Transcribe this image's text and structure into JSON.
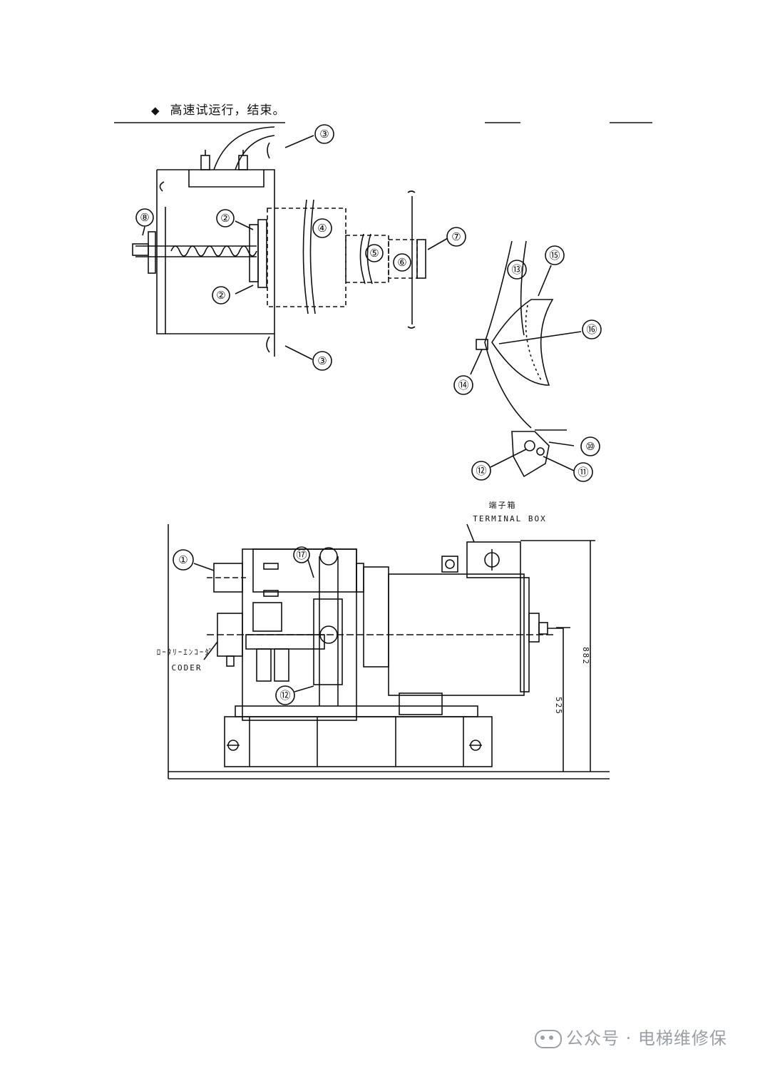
{
  "header": {
    "bullet_symbol": "◆",
    "text": "高速试运行，结束。"
  },
  "figure_top": {
    "callouts": [
      "③",
      "②",
      "④",
      "⑦",
      "⑧",
      "⑤",
      "⑥",
      "②",
      "③"
    ]
  },
  "figure_right": {
    "callouts": [
      "⑮",
      "⑬",
      "⑯",
      "⑭",
      "⑩",
      "⑫",
      "⑪"
    ]
  },
  "figure_bottom": {
    "terminal_label_jp": "端子箱",
    "terminal_label": "TERMINAL BOX",
    "encoder_label_jp": "ﾛｰﾀﾘｰｴﾝｺｰﾀﾞ",
    "encoder_label": "CODER",
    "dim_total": "882",
    "dim_partial": "525",
    "callouts": [
      "①",
      "⑰",
      "⑫"
    ]
  },
  "watermark": {
    "text": "公众号 · 电梯维修保"
  },
  "colors": {
    "ink": "#111111",
    "watermark": "#9aa0a6"
  }
}
